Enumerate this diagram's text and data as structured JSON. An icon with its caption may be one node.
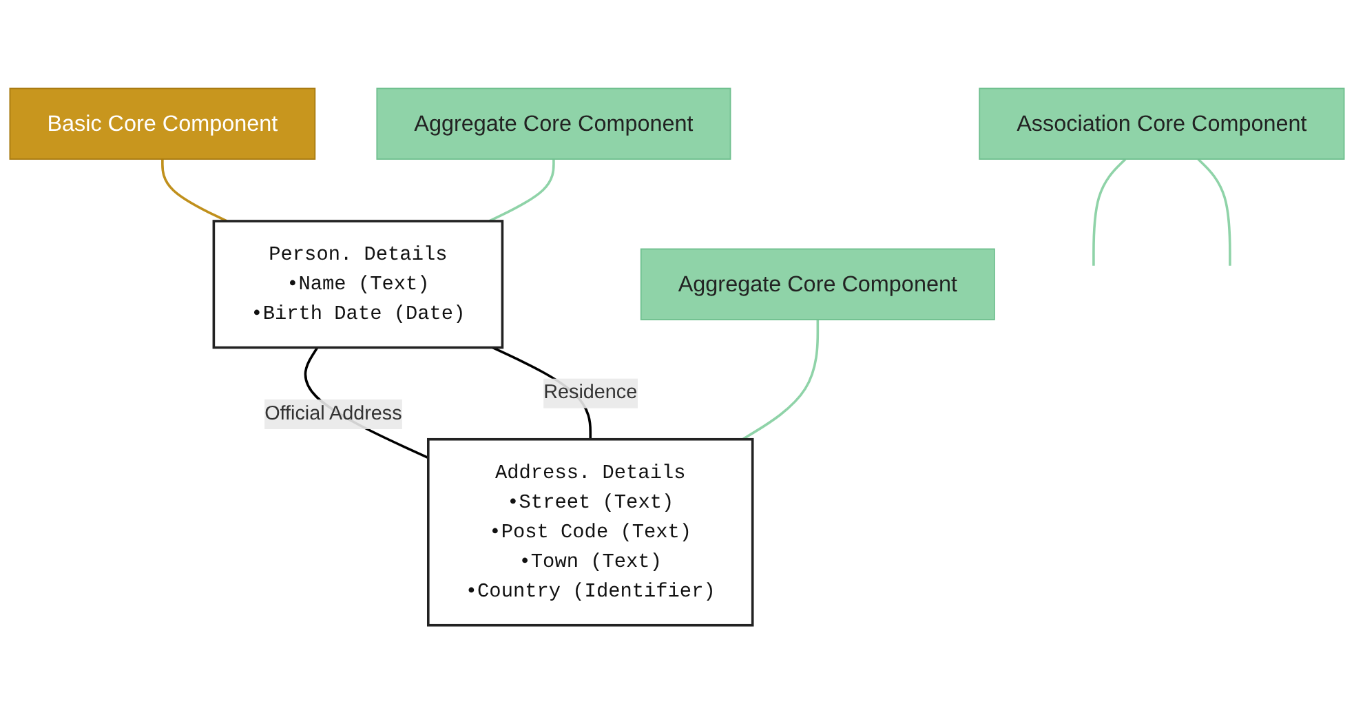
{
  "diagram": {
    "nodes": [
      {
        "text": [
          "Basic Core Component"
        ]
      },
      {
        "text": [
          "Person. Details",
          "•Name (Text)",
          "•Birth Date (Date)"
        ]
      },
      {
        "text": [
          "Aggregate Core Component"
        ]
      },
      {
        "text": [
          "Association Core Component"
        ]
      },
      {
        "text": [
          "Address. Details",
          "•Street (Text)",
          "•Post Code (Text)",
          "•Town (Text)",
          "•Country (Identifier)"
        ]
      },
      {
        "text": [
          "Aggregate Core Component"
        ]
      }
    ],
    "edges": [
      {
        "from": 0,
        "to": 1,
        "arrow": "none",
        "color": "#c0901c"
      },
      {
        "from": 2,
        "to": 1,
        "arrow": "none",
        "color": "#8fd3a8"
      },
      {
        "from": 1,
        "to": 4,
        "label": "Official Address",
        "arrow": "none",
        "color": "#000000"
      },
      {
        "from": 1,
        "to": 4,
        "label": "Residence",
        "arrow": "none",
        "color": "#000000"
      },
      {
        "from": 3,
        "to": null,
        "arrow": "none",
        "color": "#8fd3a8"
      },
      {
        "from": 3,
        "to": null,
        "arrow": "none",
        "color": "#8fd3a8"
      },
      {
        "from": 5,
        "to": 4,
        "arrow": "none",
        "color": "#8fd3a8"
      }
    ]
  }
}
